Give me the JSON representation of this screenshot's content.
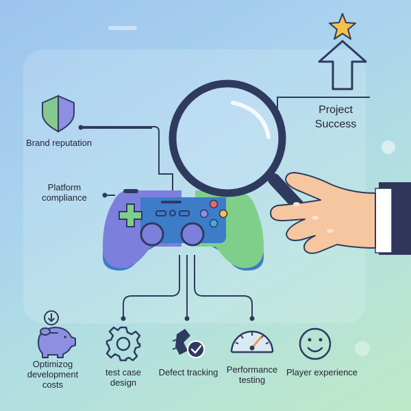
{
  "title": "Project\nSuccess",
  "labels": {
    "brand_reputation": "Brand reputation",
    "platform_compliance": "Platform\ncompliance",
    "optimizing_costs": "Optimizog\ndevelopment\ncosts",
    "test_case_design": "test case\ndesign",
    "defect_tracking": "Defect tracking",
    "performance_testing": "Performance\ntesting",
    "player_experience": "Player experience"
  },
  "colors": {
    "navy": "#2e3a5e",
    "controller_blue": "#3d7cc9",
    "controller_purple": "#7c7fdc",
    "controller_green": "#7fcf8a",
    "shield_green": "#86c98f",
    "shield_purple": "#8e8fe3",
    "star": "#f6c14b",
    "hand_skin": "#f6c6a0",
    "suit": "#2f3659"
  },
  "icons": [
    "shield-icon",
    "arrow-up-icon",
    "star-icon",
    "magnifier-icon",
    "hand-icon",
    "gamepad-icon",
    "piggy-bank-icon",
    "gear-icon",
    "bug-check-icon",
    "speedometer-icon",
    "smiley-icon"
  ]
}
